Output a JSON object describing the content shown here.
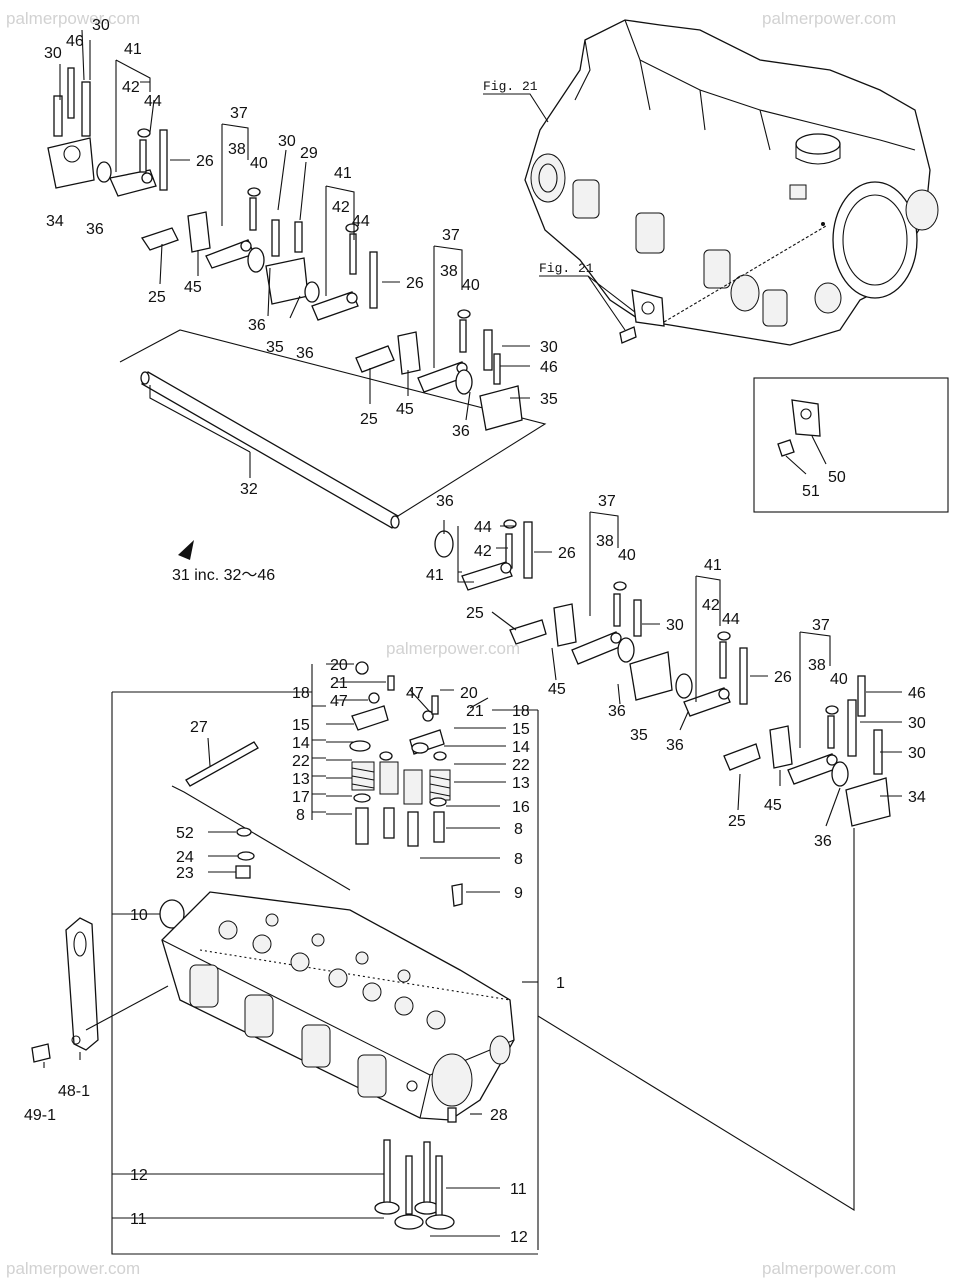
{
  "watermark": {
    "text": "palmerpower.com"
  },
  "figure_refs": {
    "top": "Fig. 21",
    "bracket": "Fig. 21"
  },
  "assembly_note": {
    "text": "31 inc. 32～46"
  },
  "callouts": [
    {
      "id": "c-30-a",
      "text": "30"
    },
    {
      "id": "c-46-a",
      "text": "46"
    },
    {
      "id": "c-30-b",
      "text": "30"
    },
    {
      "id": "c-41-a",
      "text": "41"
    },
    {
      "id": "c-42-a",
      "text": "42"
    },
    {
      "id": "c-44-a",
      "text": "44"
    },
    {
      "id": "c-26-a",
      "text": "26"
    },
    {
      "id": "c-34-a",
      "text": "34"
    },
    {
      "id": "c-36-a",
      "text": "36"
    },
    {
      "id": "c-25-a",
      "text": "25"
    },
    {
      "id": "c-45-a",
      "text": "45"
    },
    {
      "id": "c-37-a",
      "text": "37"
    },
    {
      "id": "c-38-a",
      "text": "38"
    },
    {
      "id": "c-40-a",
      "text": "40"
    },
    {
      "id": "c-30-c",
      "text": "30"
    },
    {
      "id": "c-29-a",
      "text": "29"
    },
    {
      "id": "c-36-b",
      "text": "36"
    },
    {
      "id": "c-35-a",
      "text": "35"
    },
    {
      "id": "c-36-c",
      "text": "36"
    },
    {
      "id": "c-41-b",
      "text": "41"
    },
    {
      "id": "c-42-b",
      "text": "42"
    },
    {
      "id": "c-44-b",
      "text": "44"
    },
    {
      "id": "c-26-b",
      "text": "26"
    },
    {
      "id": "c-25-b",
      "text": "25"
    },
    {
      "id": "c-45-b",
      "text": "45"
    },
    {
      "id": "c-37-b",
      "text": "37"
    },
    {
      "id": "c-38-b",
      "text": "38"
    },
    {
      "id": "c-40-b",
      "text": "40"
    },
    {
      "id": "c-30-d",
      "text": "30"
    },
    {
      "id": "c-46-b",
      "text": "46"
    },
    {
      "id": "c-35-b",
      "text": "35"
    },
    {
      "id": "c-36-d",
      "text": "36"
    },
    {
      "id": "c-32-a",
      "text": "32"
    },
    {
      "id": "c-50-a",
      "text": "50"
    },
    {
      "id": "c-51-a",
      "text": "51"
    },
    {
      "id": "c-36-e",
      "text": "36"
    },
    {
      "id": "c-44-c",
      "text": "44"
    },
    {
      "id": "c-42-c",
      "text": "42"
    },
    {
      "id": "c-41-c",
      "text": "41"
    },
    {
      "id": "c-26-c",
      "text": "26"
    },
    {
      "id": "c-25-c",
      "text": "25"
    },
    {
      "id": "c-37-c",
      "text": "37"
    },
    {
      "id": "c-38-c",
      "text": "38"
    },
    {
      "id": "c-40-c",
      "text": "40"
    },
    {
      "id": "c-30-e",
      "text": "30"
    },
    {
      "id": "c-45-c",
      "text": "45"
    },
    {
      "id": "c-36-f",
      "text": "36"
    },
    {
      "id": "c-35-c",
      "text": "35"
    },
    {
      "id": "c-41-d",
      "text": "41"
    },
    {
      "id": "c-42-d",
      "text": "42"
    },
    {
      "id": "c-44-d",
      "text": "44"
    },
    {
      "id": "c-26-d",
      "text": "26"
    },
    {
      "id": "c-36-g",
      "text": "36"
    },
    {
      "id": "c-25-d",
      "text": "25"
    },
    {
      "id": "c-45-d",
      "text": "45"
    },
    {
      "id": "c-37-d",
      "text": "37"
    },
    {
      "id": "c-38-d",
      "text": "38"
    },
    {
      "id": "c-40-d",
      "text": "40"
    },
    {
      "id": "c-46-c",
      "text": "46"
    },
    {
      "id": "c-30-f",
      "text": "30"
    },
    {
      "id": "c-30-g",
      "text": "30"
    },
    {
      "id": "c-34-b",
      "text": "34"
    },
    {
      "id": "c-36-h",
      "text": "36"
    },
    {
      "id": "c-20-a",
      "text": "20"
    },
    {
      "id": "c-21-a",
      "text": "21"
    },
    {
      "id": "c-47-a",
      "text": "47"
    },
    {
      "id": "c-18-a",
      "text": "18"
    },
    {
      "id": "c-15-a",
      "text": "15"
    },
    {
      "id": "c-14-a",
      "text": "14"
    },
    {
      "id": "c-22-a",
      "text": "22"
    },
    {
      "id": "c-13-a",
      "text": "13"
    },
    {
      "id": "c-17-a",
      "text": "17"
    },
    {
      "id": "c-8-a",
      "text": "8"
    },
    {
      "id": "c-47-b",
      "text": "47"
    },
    {
      "id": "c-20-b",
      "text": "20"
    },
    {
      "id": "c-18-b",
      "text": "18"
    },
    {
      "id": "c-21-b",
      "text": "21"
    },
    {
      "id": "c-15-b",
      "text": "15"
    },
    {
      "id": "c-14-b",
      "text": "14"
    },
    {
      "id": "c-22-b",
      "text": "22"
    },
    {
      "id": "c-13-b",
      "text": "13"
    },
    {
      "id": "c-16-a",
      "text": "16"
    },
    {
      "id": "c-8-b",
      "text": "8"
    },
    {
      "id": "c-8-c",
      "text": "8"
    },
    {
      "id": "c-9-a",
      "text": "9"
    },
    {
      "id": "c-27-a",
      "text": "27"
    },
    {
      "id": "c-52-a",
      "text": "52"
    },
    {
      "id": "c-24-a",
      "text": "24"
    },
    {
      "id": "c-23-a",
      "text": "23"
    },
    {
      "id": "c-10-a",
      "text": "10"
    },
    {
      "id": "c-1-a",
      "text": "1"
    },
    {
      "id": "c-48-1",
      "text": "48-1"
    },
    {
      "id": "c-49-1",
      "text": "49-1"
    },
    {
      "id": "c-28-a",
      "text": "28"
    },
    {
      "id": "c-12-a",
      "text": "12"
    },
    {
      "id": "c-11-a",
      "text": "11"
    },
    {
      "id": "c-11-b",
      "text": "11"
    },
    {
      "id": "c-12-b",
      "text": "12"
    }
  ]
}
